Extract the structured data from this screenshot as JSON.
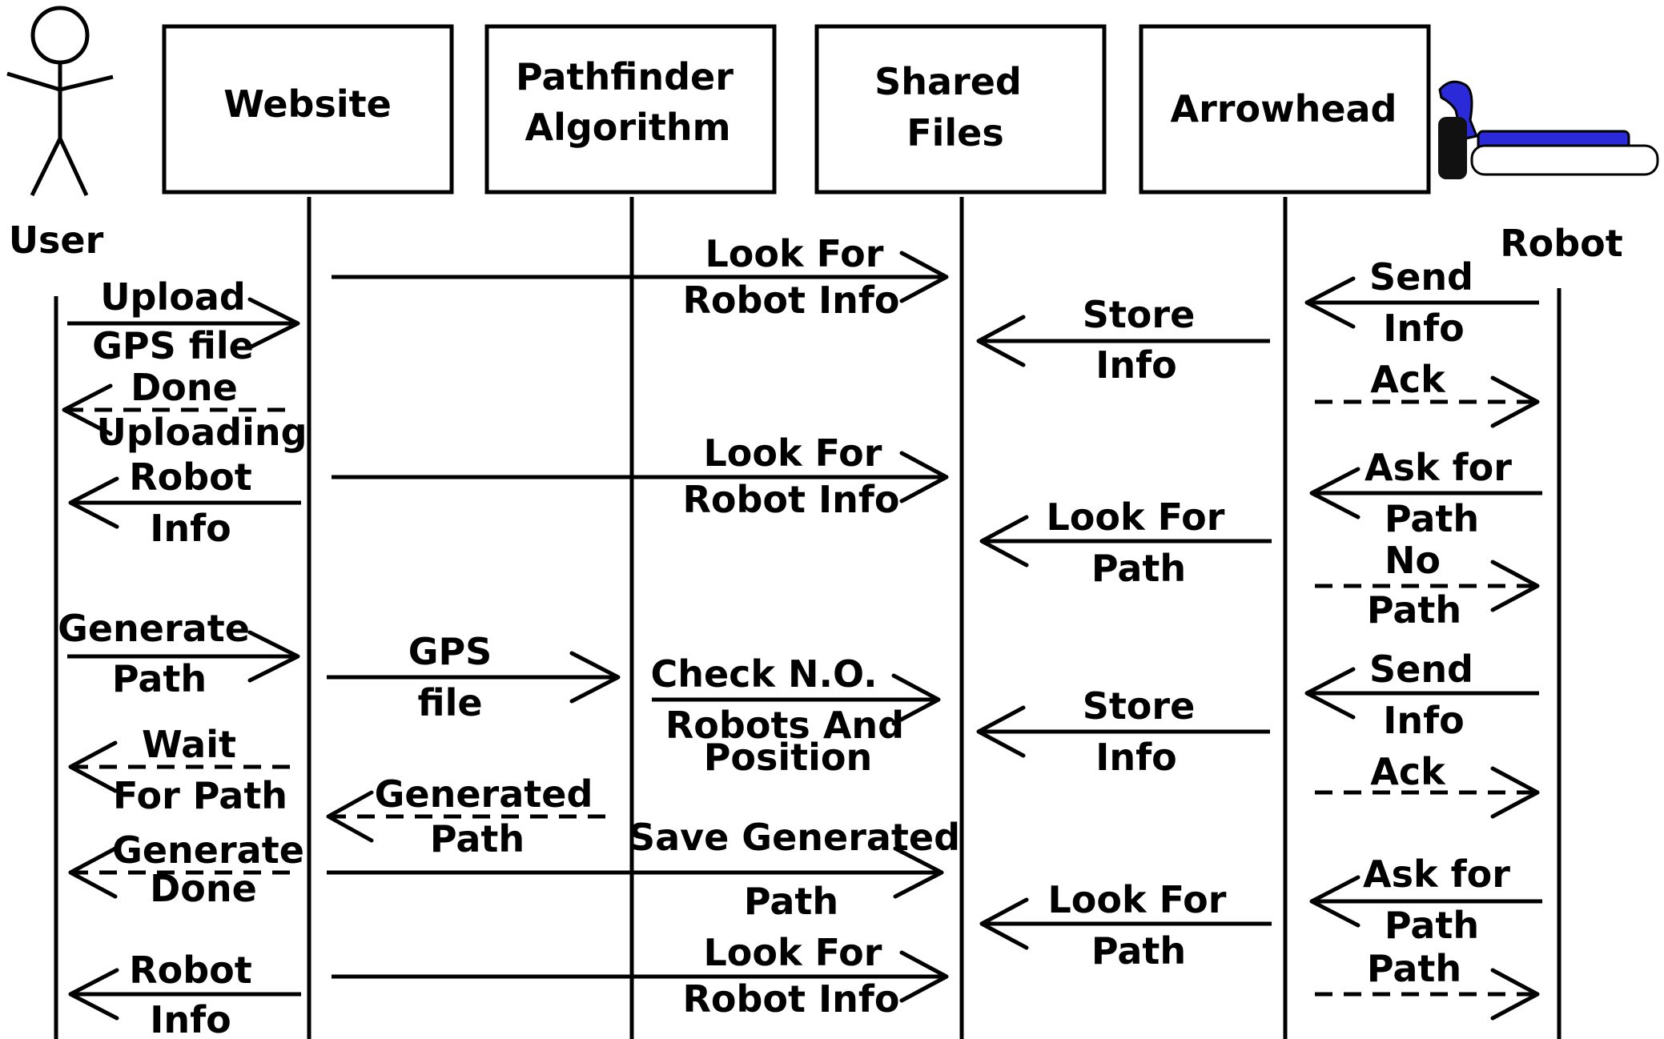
{
  "participants": {
    "user": "User",
    "website": "Website",
    "pathfinder": [
      "Pathfinder",
      "Algorithm"
    ],
    "shared": [
      "Shared",
      "Files"
    ],
    "arrowhead": "Arrowhead",
    "robot": "Robot"
  },
  "messages": [
    {
      "id": "m1",
      "lines": [
        "Upload",
        "GPS file"
      ],
      "style": "solid"
    },
    {
      "id": "m2",
      "lines": [
        "Done",
        "Uploading"
      ],
      "style": "dashed"
    },
    {
      "id": "m3",
      "lines": [
        "Robot",
        "Info"
      ],
      "style": "solid"
    },
    {
      "id": "m4",
      "lines": [
        "Generate",
        "Path"
      ],
      "style": "solid"
    },
    {
      "id": "m5",
      "lines": [
        "Wait",
        "For Path"
      ],
      "style": "dashed"
    },
    {
      "id": "m6",
      "lines": [
        "Generate",
        "Done"
      ],
      "style": "dashed"
    },
    {
      "id": "m7",
      "lines": [
        "Robot",
        "Info"
      ],
      "style": "solid"
    },
    {
      "id": "m8",
      "lines": [
        "Look For",
        "Robot Info"
      ],
      "style": "solid"
    },
    {
      "id": "m9",
      "lines": [
        "Look For",
        "Robot Info"
      ],
      "style": "solid"
    },
    {
      "id": "m10",
      "lines": [
        "GPS",
        "file"
      ],
      "style": "solid"
    },
    {
      "id": "m11",
      "lines": [
        "Generated",
        "Path"
      ],
      "style": "dashed"
    },
    {
      "id": "m12",
      "lines": [
        "Save Generated",
        "Path"
      ],
      "style": "solid"
    },
    {
      "id": "m13",
      "lines": [
        "Look For",
        "Robot Info"
      ],
      "style": "solid"
    },
    {
      "id": "m14",
      "lines": [
        "Check  N.O.",
        "Robots And",
        "Position"
      ],
      "style": "solid"
    },
    {
      "id": "m15",
      "lines": [
        "Store",
        "Info"
      ],
      "style": "solid"
    },
    {
      "id": "m16",
      "lines": [
        "Look For",
        "Path"
      ],
      "style": "solid"
    },
    {
      "id": "m17",
      "lines": [
        "Store",
        "Info"
      ],
      "style": "solid"
    },
    {
      "id": "m18",
      "lines": [
        "Look For",
        "Path"
      ],
      "style": "solid"
    },
    {
      "id": "m19",
      "lines": [
        "Send",
        "Info"
      ],
      "style": "solid"
    },
    {
      "id": "m20",
      "lines": [
        "Ack"
      ],
      "style": "dashed"
    },
    {
      "id": "m21",
      "lines": [
        "Ask for",
        "Path"
      ],
      "style": "solid"
    },
    {
      "id": "m22",
      "lines": [
        "No",
        "Path"
      ],
      "style": "dashed"
    },
    {
      "id": "m23",
      "lines": [
        "Send",
        "Info"
      ],
      "style": "solid"
    },
    {
      "id": "m24",
      "lines": [
        "Ack"
      ],
      "style": "dashed"
    },
    {
      "id": "m25",
      "lines": [
        "Ask for",
        "Path"
      ],
      "style": "solid"
    },
    {
      "id": "m26",
      "lines": [
        "Path"
      ],
      "style": "dashed"
    }
  ],
  "colors": {
    "line": "#000000",
    "robot_accent": "#2a2ad8",
    "robot_dark": "#111111"
  },
  "icons": {
    "actor": "stick-figure-icon",
    "robot": "robot-mower-icon"
  }
}
